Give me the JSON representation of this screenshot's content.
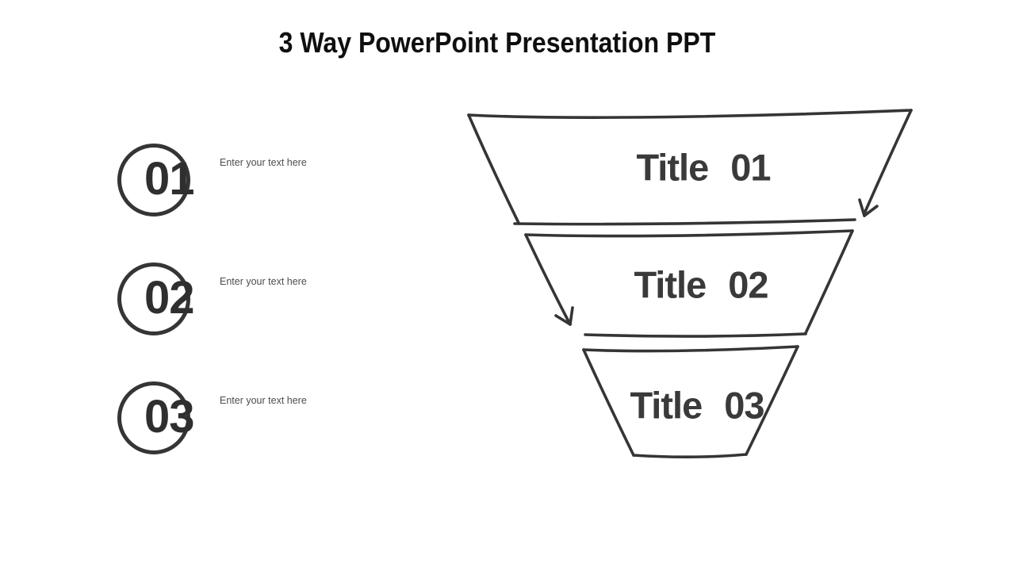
{
  "slide": {
    "title": "3 Way PowerPoint Presentation PPT"
  },
  "steps": {
    "items": [
      {
        "number": "01",
        "placeholder": "Enter your text here"
      },
      {
        "number": "02",
        "placeholder": "Enter your text here"
      },
      {
        "number": "03",
        "placeholder": "Enter your text here"
      }
    ]
  },
  "funnel": {
    "segments": [
      {
        "label": "Title 01"
      },
      {
        "label": "Title 02"
      },
      {
        "label": "Title 03"
      }
    ],
    "arrows": [
      {
        "name": "hand-drawn-arrow-down-left"
      },
      {
        "name": "hand-drawn-arrow-down-right"
      }
    ]
  },
  "colors": {
    "background": "#ffffff",
    "title": "#0f0f0f",
    "stroke": "#353535",
    "label": "#3a3a3a",
    "number": "#2f2f2f",
    "placeholder": "#4d4d4d"
  }
}
